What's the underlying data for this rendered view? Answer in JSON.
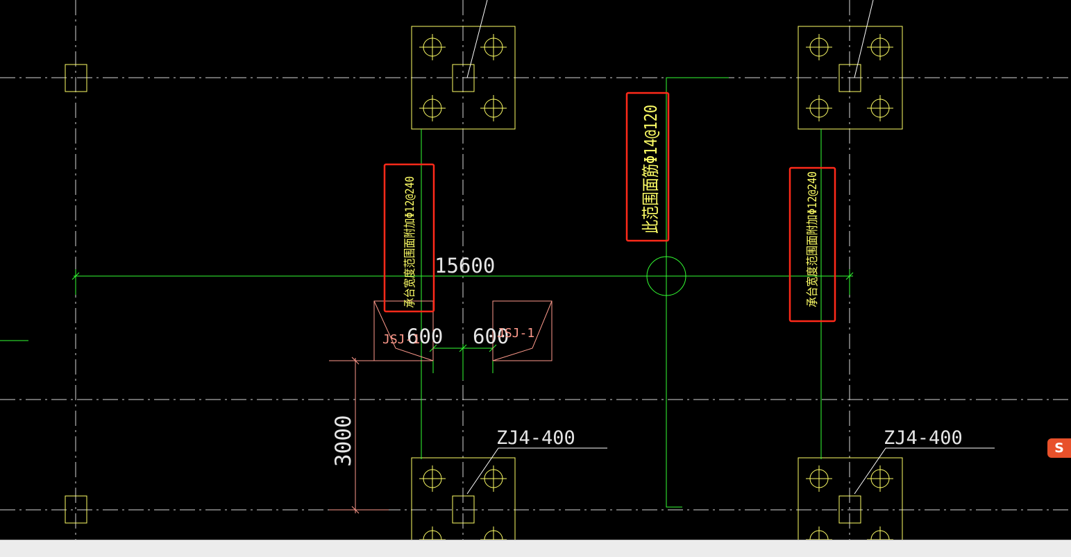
{
  "colors": {
    "background": "#000000",
    "axis": "#e6e6e6",
    "cap": "#ffff66",
    "note": "#ffff66",
    "dim_green": "#33ff33",
    "dim_pink": "#ff9a8c",
    "highlight": "#ff2a1a",
    "leader": "#ffffff"
  },
  "dimensions": {
    "overall": "15600",
    "left_offset": "600",
    "right_offset": "600",
    "vertical": "3000"
  },
  "labels": {
    "pile_cap_top_left": "ZJ4-400",
    "pile_cap_top_right": "ZJ4-400",
    "beam_left": "JSJ-1",
    "beam_right": "JSJ-1"
  },
  "annotations": {
    "left_note": "承台宽度范围面附加Φ12@240",
    "middle_note": "此范围面筋Φ14@120",
    "right_note": "承台宽度范围面附加Φ12@240"
  },
  "ime": {
    "badge": "S"
  }
}
